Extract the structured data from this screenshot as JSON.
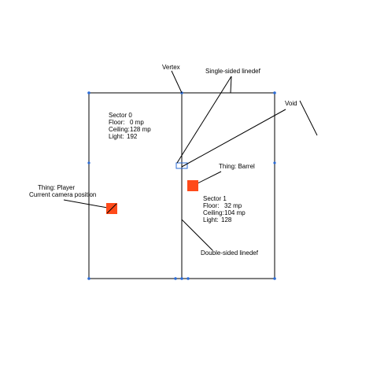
{
  "sectors": [
    {
      "id": "Sector 0",
      "floor_label": "Floor:",
      "floor_value": "0 mp",
      "ceiling_label": "Ceiling:",
      "ceiling_value": "128 mp",
      "light_label": "Light:",
      "light_value": "192"
    },
    {
      "id": "Sector 1",
      "floor_label": "Floor:",
      "floor_value": "32 mp",
      "ceiling_label": "Ceiling:",
      "ceiling_value": "104 mp",
      "light_label": "Light:",
      "light_value": "128"
    }
  ],
  "labels": {
    "vertex": "Vertex",
    "single_sided": "Single-sided linedef",
    "void": "Void",
    "barrel": "Thing: Barrel",
    "player_line1": "Thing: Player",
    "player_line2": "Current camera position",
    "double_sided": "Double-sided linedef"
  },
  "colors": {
    "thing_fill": "#ff4a1a",
    "vertex": "#2a6bd6",
    "line": "#000000"
  }
}
